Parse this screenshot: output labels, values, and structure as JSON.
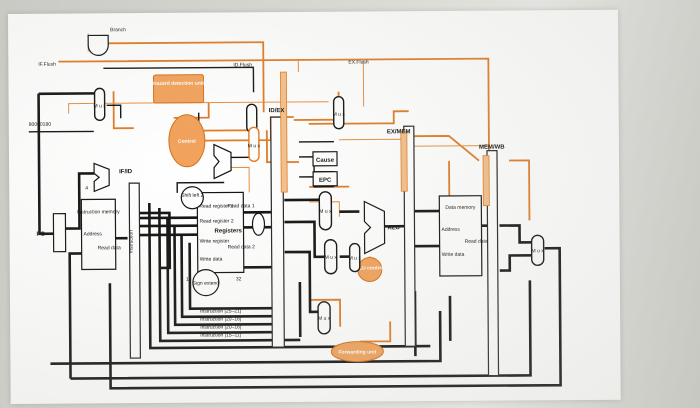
{
  "labels": {
    "branch": "Branch",
    "if_flush": "IF.Flush",
    "id_flush": "ID.Flush",
    "ex_flush": "EX.Flush",
    "hazard_unit": "Hazard detection unit",
    "control": "Control",
    "idex": "ID/EX",
    "exmem": "EX/MEM",
    "memwb": "MEM/WB",
    "ifid": "IF/ID",
    "cause": "Cause",
    "epc": "EPC",
    "shift": "Shift left 2",
    "registers": "Registers",
    "read_register_1": "Read register 1",
    "read_register_2": "Read register 2",
    "write_register": "Write register",
    "write_data": "Write data",
    "read_data_1": "Read data 1",
    "read_data_2": "Read data 2",
    "sign_extend": "Sign extend",
    "bits_16": "16",
    "bits_32": "32",
    "instruction_memory": "Instruction memory",
    "address": "Address",
    "read_data": "Read data",
    "pc": "PC",
    "alu": "ALU",
    "alu_control": "ALU control",
    "data_memory": "Data memory",
    "mem_address": "Address",
    "mem_write_data": "Write data",
    "mem_read_data": "Read data",
    "forwarding_unit": "Forwarding unit",
    "instruction": "Instruction",
    "instr_25_21": "Instruction [25–21]",
    "instr_20_16": "Instruction [20–16]",
    "instr_20_16b": "Instruction [20–16]",
    "instr_15_11": "Instruction [15–11]",
    "addr_const": "80000180",
    "mux": "M u x",
    "four": "4"
  },
  "colors": {
    "wire": "#111111",
    "control_wire": "#e07a23",
    "control_unit": "#f2a25a"
  }
}
